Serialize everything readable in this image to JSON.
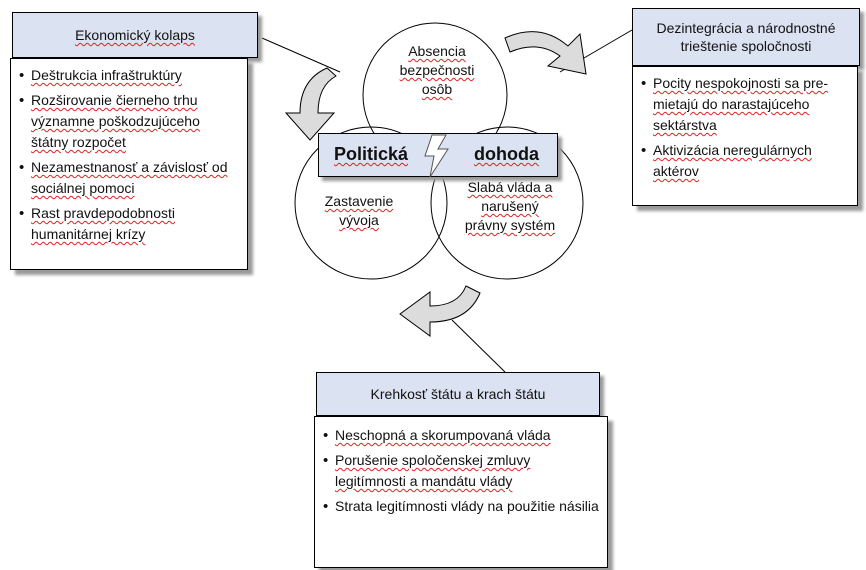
{
  "top_left": {
    "title": "Ekonomický kolaps",
    "items": [
      "Deštrukcia infraštruktúry",
      "Rozširovanie čierneho trhu významne poškodzujúceho štátny rozpočet",
      "Nezamestnanosť a   závislosť od sociálnej pomoci",
      "Rast pravdepodobnosti humanitárnej krízy"
    ]
  },
  "top_right": {
    "title": "Dezintegrácia a národnostné trieštenie spoločnosti",
    "items": [
      "Pocity nespokojnosti sa pre-mietajú do narastajúceho sektárstva",
      "Aktivizácia neregulárnych aktérov"
    ]
  },
  "bottom": {
    "title": "Krehkosť štátu a krach štátu",
    "items": [
      "Neschopná  a skorumpovaná vláda",
      "Porušenie spoločenskej zmluvy legitímnosti a mandátu vlády",
      "Strata legitímnosti vlády na použitie násilia"
    ]
  },
  "circles": {
    "top": "Absencia bezpečnosti osôb",
    "left": "Zastavenie vývoja",
    "right": "Slabá vláda a narušený právny systém"
  },
  "center": {
    "word1": "Politická",
    "word2": "dohoda"
  },
  "colors": {
    "header_fill": "#dbe2f1",
    "arrow_fill": "#dcdcdc",
    "shadow": "#9a9a9a"
  }
}
